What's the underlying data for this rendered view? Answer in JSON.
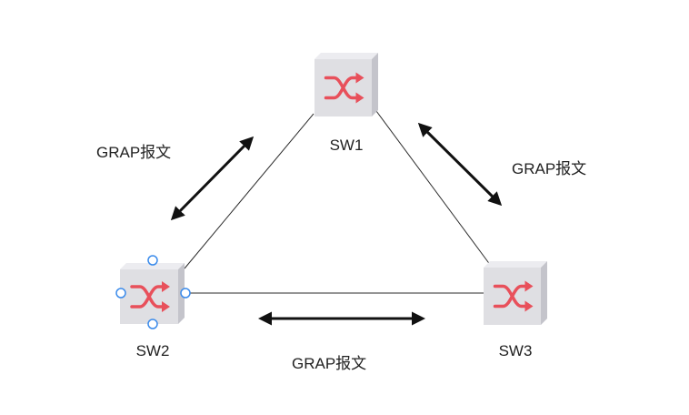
{
  "colors": {
    "background": "#ffffff",
    "switch_face": "#dfdfe3",
    "switch_top": "#ececf0",
    "switch_side": "#c4c4cb",
    "switch_symbol": "#e8505b",
    "link_line": "#2b2b2b",
    "arrow": "#111111",
    "selection_handle": "#3b8beb"
  },
  "switches": [
    {
      "id": "sw1",
      "label": "SW1",
      "icon": "switch-icon"
    },
    {
      "id": "sw2",
      "label": "SW2",
      "icon": "switch-icon",
      "selected": true
    },
    {
      "id": "sw3",
      "label": "SW3",
      "icon": "switch-icon"
    }
  ],
  "links": [
    {
      "from": "sw1",
      "to": "sw2"
    },
    {
      "from": "sw1",
      "to": "sw3"
    },
    {
      "from": "sw2",
      "to": "sw3"
    }
  ],
  "messages": {
    "left": "GRAP报文",
    "right": "GRAP报文",
    "bottom": "GRAP报文"
  }
}
